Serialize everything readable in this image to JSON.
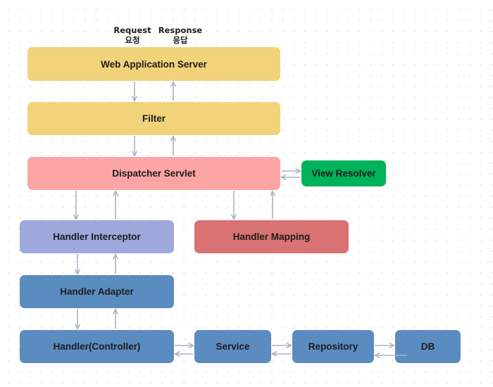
{
  "labels": {
    "request": "Request",
    "request_kr": "요청",
    "response": "Response",
    "response_kr": "응답"
  },
  "boxes": {
    "was": {
      "text": "Web Application Server",
      "color": "#f2d37a"
    },
    "filter": {
      "text": "Filter",
      "color": "#f2d37a"
    },
    "dispatcher": {
      "text": "Dispatcher Servlet",
      "color": "#fda5a5"
    },
    "view_resolver": {
      "text": "View Resolver",
      "color": "#00b25a"
    },
    "interceptor": {
      "text": "Handler Interceptor",
      "color": "#9fa8dd"
    },
    "mapping": {
      "text": "Handler Mapping",
      "color": "#d97272"
    },
    "adapter": {
      "text": "Handler Adapter",
      "color": "#5b8cc0"
    },
    "controller": {
      "text": "Handler(Controller)",
      "color": "#5b8cc0"
    },
    "service": {
      "text": "Service",
      "color": "#5b8cc0"
    },
    "repository": {
      "text": "Repository",
      "color": "#5b8cc0"
    },
    "db": {
      "text": "DB",
      "color": "#5b8cc0"
    }
  }
}
